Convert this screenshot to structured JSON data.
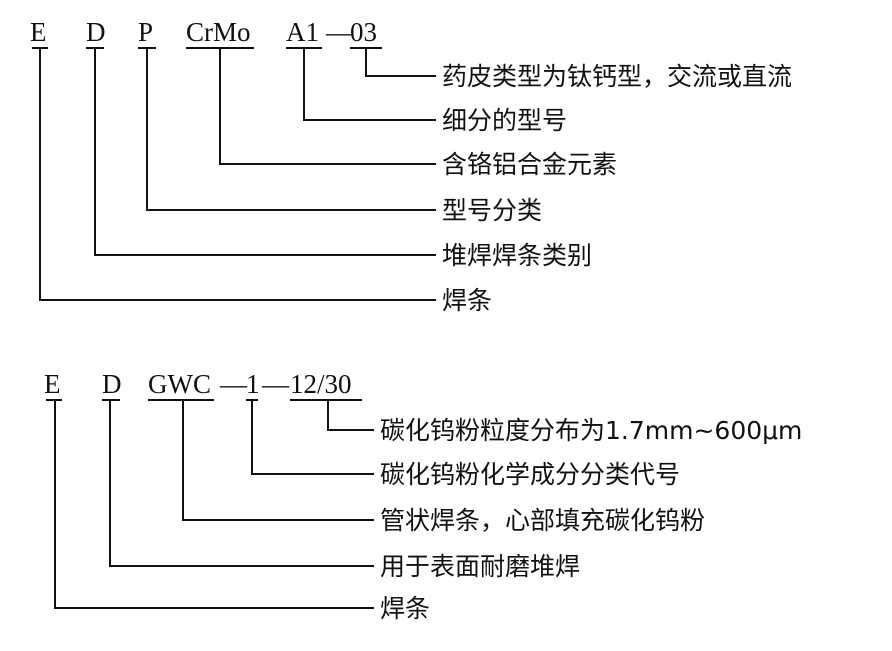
{
  "designation_1": {
    "parts": {
      "e": "E",
      "d": "D",
      "p": "P",
      "crmo": "CrMo",
      "a1": "A1",
      "dash": "—",
      "code03": "03"
    },
    "labels": {
      "code03": "药皮类型为钛钙型，交流或直流",
      "a1": "细分的型号",
      "crmo": "含铬铝合金元素",
      "p": "型号分类",
      "d": "堆焊焊条类别",
      "e": "焊条"
    }
  },
  "designation_2": {
    "parts": {
      "e": "E",
      "d": "D",
      "gwc": "GWC",
      "dash1": "—",
      "one": "1",
      "dash2": "—",
      "size": "12/30"
    },
    "labels": {
      "size": "碳化钨粉粒度分布为1.7mm~600μm",
      "one": "碳化钨粉化学成分分类代号",
      "gwc": "管状焊条，心部填充碳化钨粉",
      "d": "用于表面耐磨堆焊",
      "e": "焊条"
    }
  }
}
